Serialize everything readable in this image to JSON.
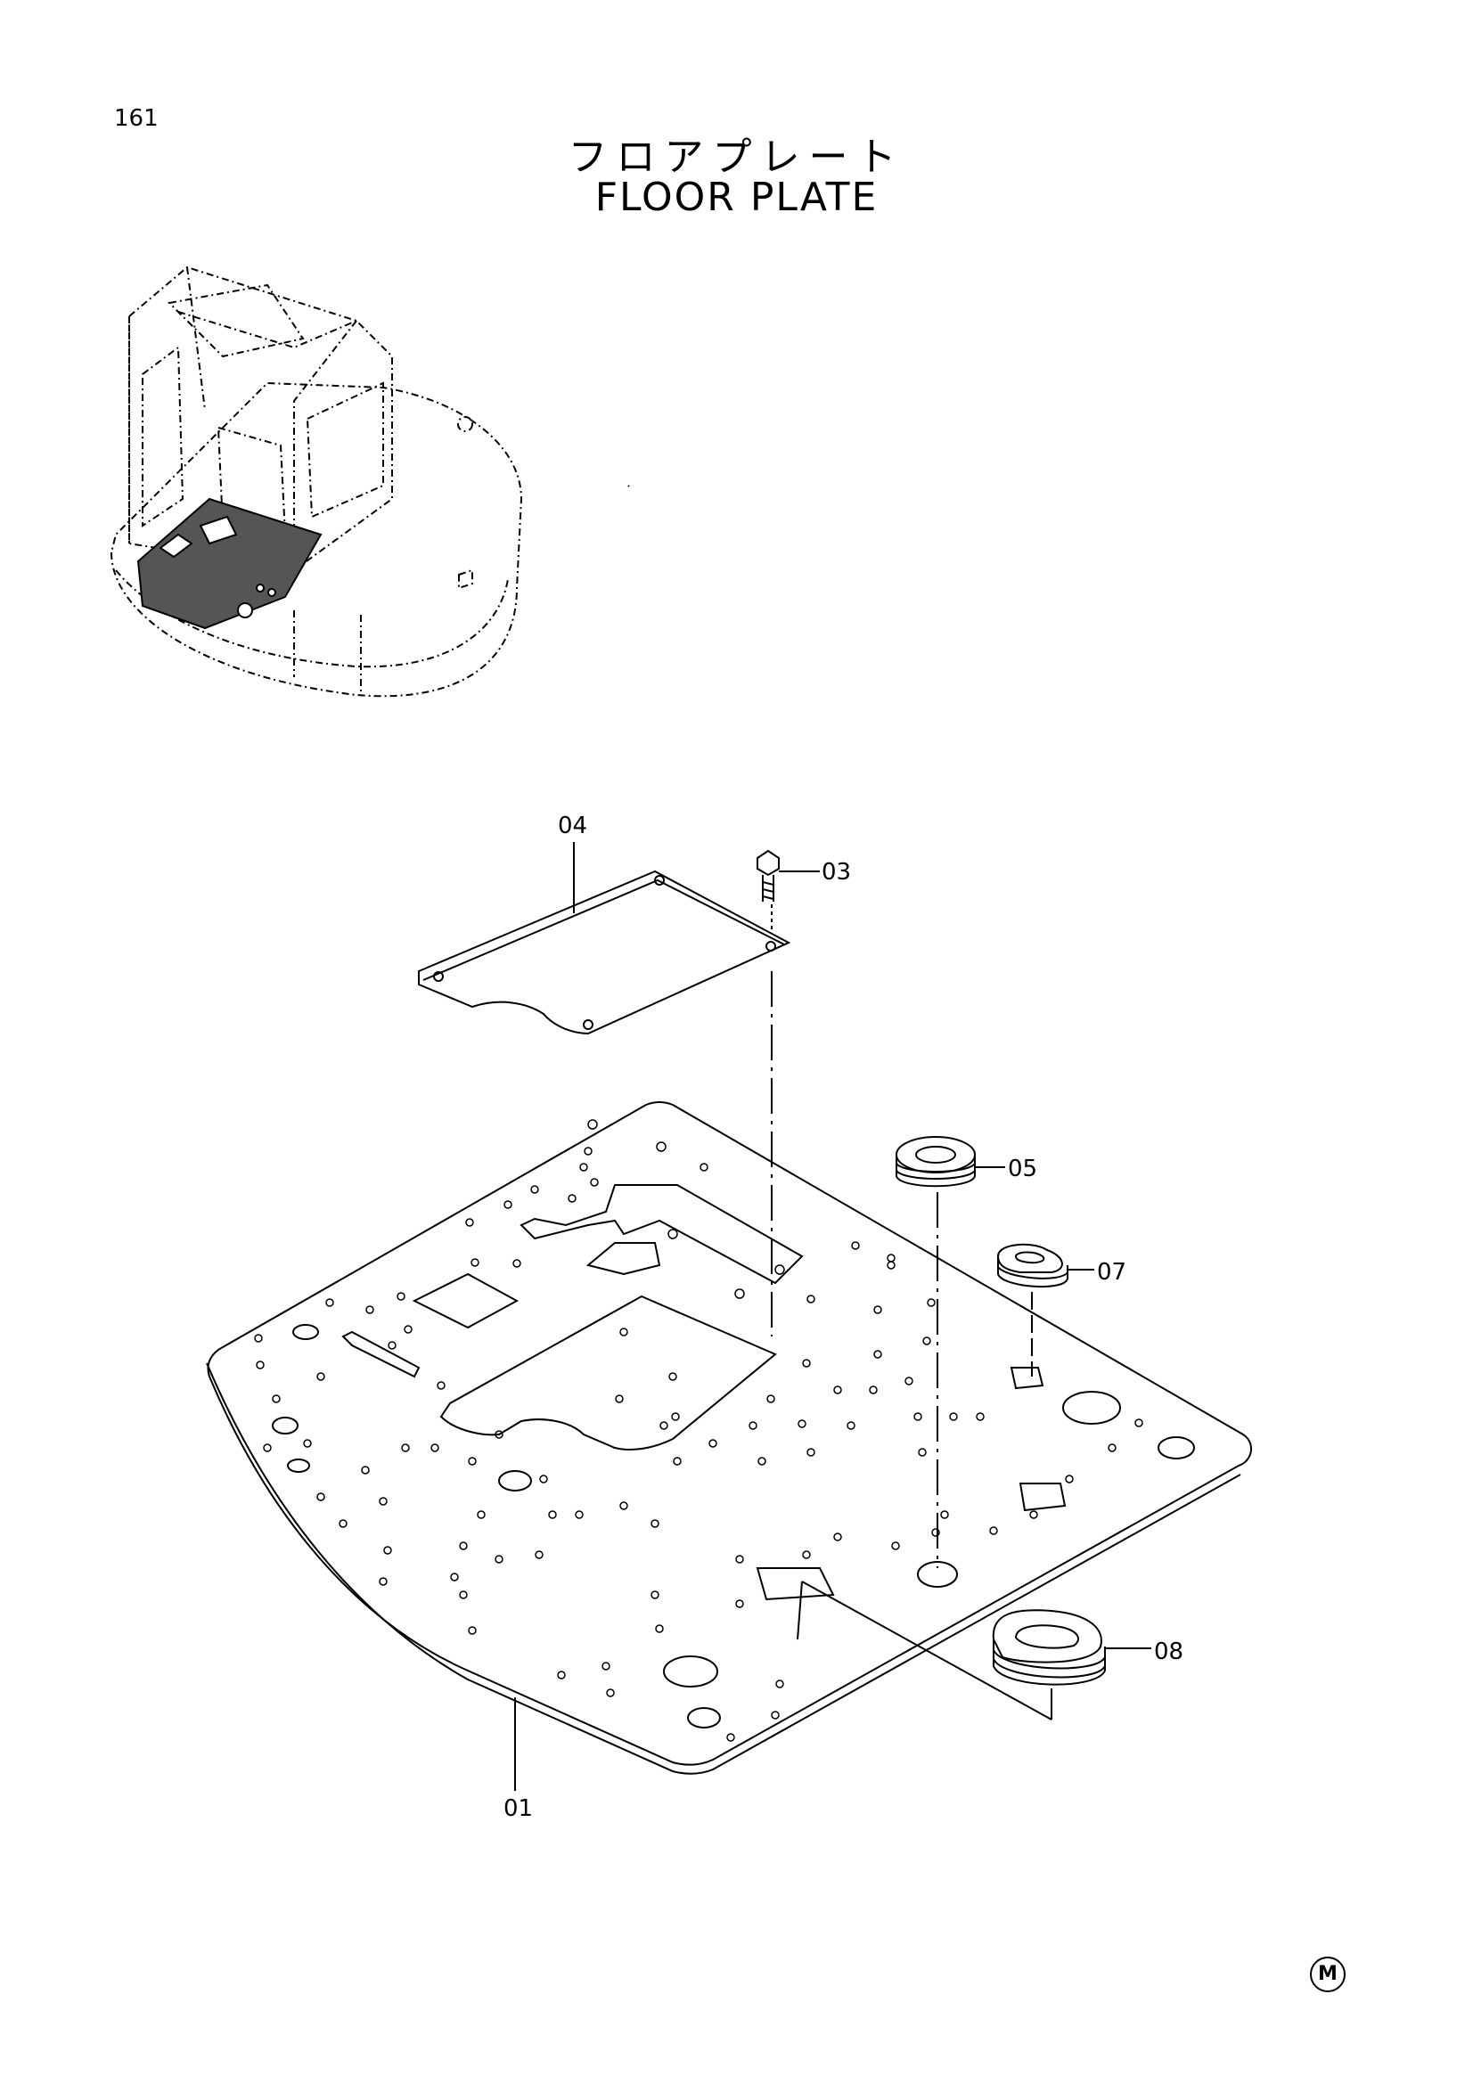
{
  "page": {
    "number": "161",
    "title_jp": "フロアプレート",
    "title_en": "FLOOR PLATE",
    "corner_mark": "M"
  },
  "callouts": {
    "part_01": "01",
    "part_03": "03",
    "part_04": "04",
    "part_05": "05",
    "part_07": "07",
    "part_08": "08"
  }
}
